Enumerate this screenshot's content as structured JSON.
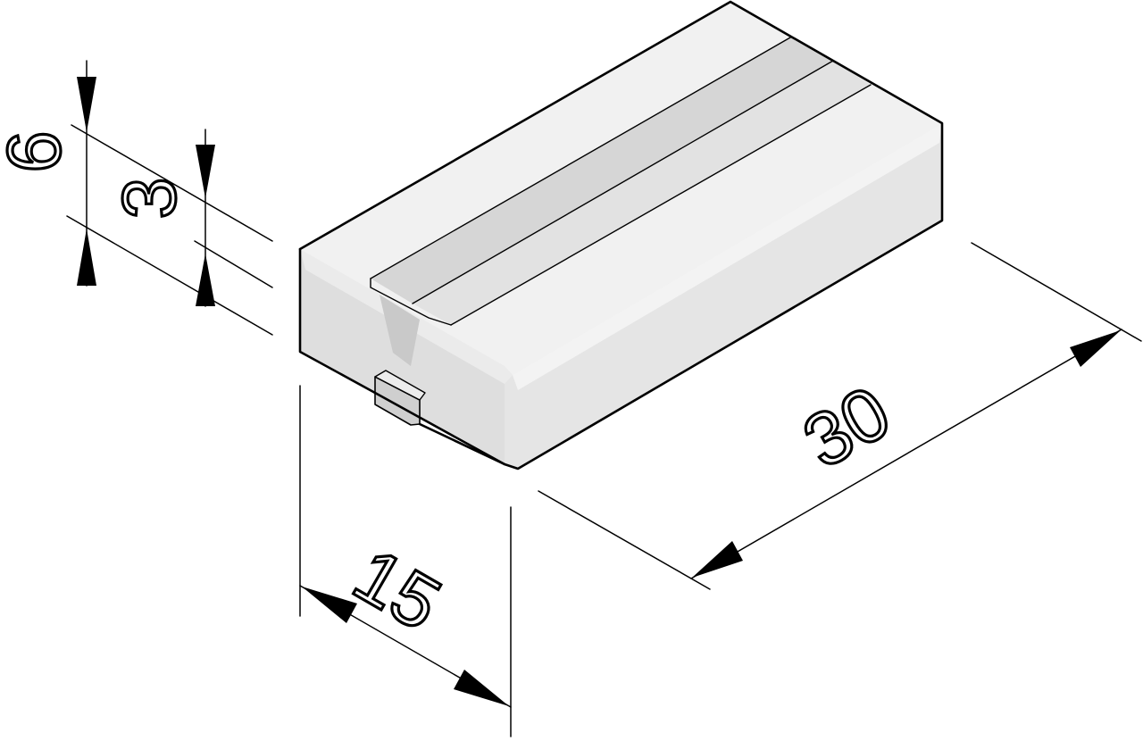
{
  "dimensions": {
    "height_total": "6",
    "height_partial": "3",
    "width": "15",
    "length": "30"
  },
  "colors": {
    "top_face": "#f0f0f0",
    "front_face": "#dcdcdc",
    "right_face": "#e6e6e6",
    "strip_dark": "#d4d4d4",
    "strip_light": "#e1e1e1",
    "outline": "#000000"
  }
}
